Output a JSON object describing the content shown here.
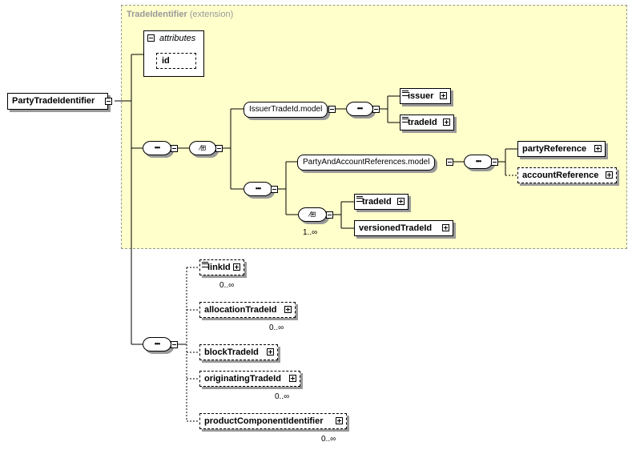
{
  "extension": {
    "type_name": "TradeIdentifier",
    "suffix": "(extension)"
  },
  "root": {
    "label": "PartyTradeIdentifier"
  },
  "attributes": {
    "title": "attributes",
    "items": [
      "id"
    ]
  },
  "models": {
    "issuer_model": "IssuerTradeId.model",
    "party_model": "PartyAndAccountReferences.model"
  },
  "elements": {
    "issuer": "issuer",
    "tradeId_1": "tradeId",
    "partyReference": "partyReference",
    "accountReference": "accountReference",
    "tradeId_2": "tradeId",
    "versionedTradeId": "versionedTradeId",
    "linkId": "linkId",
    "allocationTradeId": "allocationTradeId",
    "blockTradeId": "blockTradeId",
    "originatingTradeId": "originatingTradeId",
    "productComponentIdentifier": "productComponentIdentifier"
  },
  "cardinalities": {
    "choice_inner": "1..∞",
    "linkId": "0..∞",
    "allocationTradeId": "0..∞",
    "originatingTradeId": "0..∞",
    "productComponentIdentifier": "0..∞"
  },
  "glyphs": {
    "sequence": "•••",
    "choice": "⁄⊞"
  },
  "colors": {
    "extension_bg": "#ffffcc",
    "extension_border": "#999999",
    "shadow": "#999999"
  }
}
